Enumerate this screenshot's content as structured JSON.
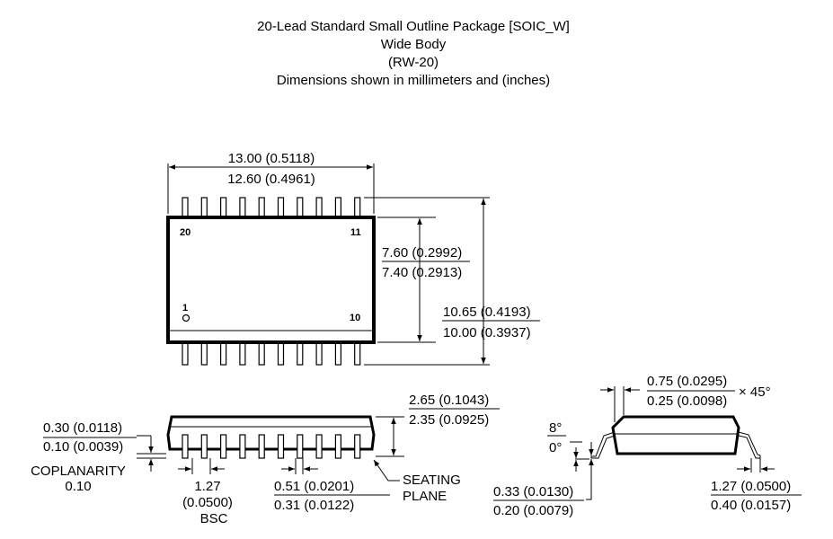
{
  "title": {
    "line1": "20-Lead Standard Small Outline Package [SOIC_W]",
    "line2": "Wide Body",
    "line3": "(RW-20)",
    "line4": "Dimensions shown in millimeters and (inches)"
  },
  "top_view": {
    "pin_labels": {
      "pin20": "20",
      "pin11": "11",
      "pin1": "1",
      "pin10": "10"
    },
    "length": {
      "max": "13.00 (0.5118)",
      "min": "12.60 (0.4961)"
    },
    "body_width": {
      "max": "7.60 (0.2992)",
      "min": "7.40 (0.2913)"
    },
    "overall_width": {
      "max": "10.65 (0.4193)",
      "min": "10.00 (0.3937)"
    }
  },
  "side_view": {
    "height": {
      "max": "2.65 (0.1043)",
      "min": "2.35 (0.0925)"
    },
    "standoff": {
      "max": "0.30 (0.0118)",
      "min": "0.10 (0.0039)"
    },
    "coplanarity_label": "COPLANARITY",
    "coplanarity_value": "0.10",
    "pitch": {
      "line1": "1.27",
      "line2": "(0.0500)",
      "line3": "BSC"
    },
    "lead_width": {
      "max": "0.51 (0.0201)",
      "min": "0.31 (0.0122)"
    },
    "seating_plane": {
      "line1": "SEATING",
      "line2": "PLANE"
    }
  },
  "end_view": {
    "chamfer": {
      "max": "0.75 (0.0295)",
      "min": "0.25 (0.0098)",
      "suffix": "× 45°"
    },
    "angle": {
      "max": "8°",
      "min": "0°"
    },
    "lead_thickness": {
      "max": "0.33 (0.0130)",
      "min": "0.20 (0.0079)"
    },
    "foot_length": {
      "max": "1.27 (0.0500)",
      "min": "0.40 (0.0157)"
    }
  }
}
